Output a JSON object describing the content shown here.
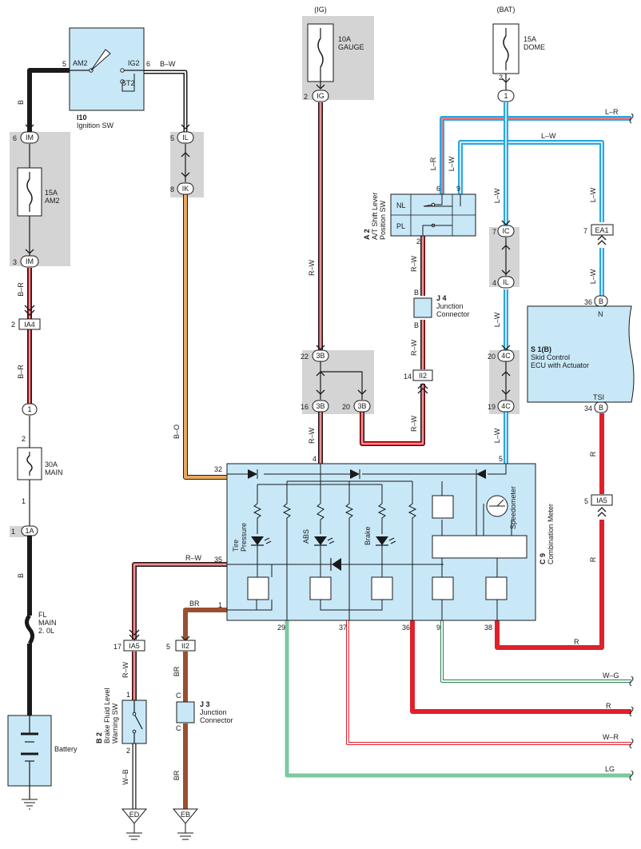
{
  "sources": {
    "ig": "(IG)",
    "bat": "(BAT)"
  },
  "fuses": {
    "gauge": {
      "amp": "10A",
      "name": "GAUGE"
    },
    "dome": {
      "amp": "15A",
      "name": "DOME"
    },
    "am2": {
      "amp": "15A",
      "name": "AM2"
    },
    "main": {
      "amp": "30A",
      "name": "MAIN"
    },
    "fl_main": {
      "l1": "FL",
      "l2": "MAIN",
      "l3": "2. 0L"
    }
  },
  "components": {
    "ignition_sw": {
      "code": "I10",
      "name": "Ignition SW",
      "am2": "AM2",
      "ig2": "IG2",
      "st2": "ST2",
      "pin_am2": "5",
      "pin_ig2": "6"
    },
    "shift_sw": {
      "code": "A 2",
      "l1": "A/T Shift Lever",
      "l2": "Position SW",
      "nl": "NL",
      "pl": "PL",
      "pin6": "6",
      "pin9": "9",
      "pin2": "2"
    },
    "j4": {
      "code": "J 4",
      "l1": "Junction",
      "l2": "Connector",
      "b_top": "B",
      "b_bot": "B"
    },
    "skid": {
      "code": "S 1(B)",
      "l1": "Skid Control",
      "l2": "ECU with Actuator",
      "n": "N",
      "tsi": "TSI",
      "pin36": "36",
      "pin34": "34",
      "conn": "B"
    },
    "meter": {
      "code": "C 9",
      "name": "Combination Meter",
      "tire1": "Tire",
      "tire2": "Pressure",
      "abs": "ABS",
      "brake": "Brake",
      "speedo": "Speedometer"
    },
    "brake_fluid": {
      "code": "B 2",
      "l1": "Brake Fluid Level",
      "l2": "Warning SW",
      "pin1": "1",
      "pin2": "2"
    },
    "j3": {
      "code": "J 3",
      "l1": "Junction",
      "l2": "Connector",
      "c_top": "C",
      "c_bot": "C"
    },
    "battery": {
      "name": "Battery"
    }
  },
  "connectors": {
    "ig": "IG",
    "one_bat": "1",
    "im_top": "IM",
    "im_bot": "IM",
    "ia4": "IA4",
    "one_a": "1",
    "one_a2": "1A",
    "il_left": "IL",
    "ik": "IK",
    "ic": "IC",
    "il_right": "IL",
    "ea1": "EA1",
    "b3_top": "3B",
    "b3_left": "3B",
    "b3_right": "3B",
    "ii2_top": "II2",
    "c4_top": "4C",
    "c4_bot": "4C",
    "ia5_right": "IA5",
    "ia5_left": "IA5",
    "ii2_left": "II2",
    "ed": "ED",
    "eb": "EB"
  },
  "pins": {
    "ig": "2",
    "bat_top": "2",
    "im_top": "6",
    "im_bot": "3",
    "ia4": "2",
    "main_top": "2",
    "main_bot": "1",
    "one_a": "1",
    "il_left": "5",
    "ik": "8",
    "ic": "7",
    "il_right": "4",
    "ea1": "7",
    "b3_top": "22",
    "b3_left": "16",
    "b3_right": "20",
    "ii2_top": "14",
    "c4_top": "20",
    "c4_bot": "19",
    "ia5_right": "5",
    "ia5_left": "17",
    "ii2_left": "5",
    "m32": "32",
    "m4": "4",
    "m5": "5",
    "m35": "35",
    "m1": "1",
    "m29": "29",
    "m37": "37",
    "m36": "36",
    "m9": "9",
    "m38": "38"
  },
  "wires": {
    "b": "B",
    "b_w": "B–W",
    "b_r1": "B–R",
    "b_r2": "B–R",
    "b_bat": "B",
    "b_o": "B–O",
    "r_w_ig": "R–W",
    "r_w_a": "R–W",
    "r_w_b": "R–W",
    "r_w_c": "R–W",
    "r_w_d": "R–W",
    "l_r_top": "L–R",
    "l_r": "L–R",
    "l_w_top": "L–W",
    "l_w_a": "L–W",
    "l_w_b": "L–W",
    "l_w_c": "L–W",
    "l_w_d": "L–W",
    "l_w_e": "L–W",
    "r_a": "R",
    "r_b": "R",
    "r_c": "R",
    "r_out": "R",
    "r_w_35": "R–W",
    "r_w_bf": "R–W",
    "w_b": "W–B",
    "br_a": "BR",
    "br_b": "BR",
    "br_c": "BR",
    "w_g": "W–G",
    "w_r": "W–R",
    "lg": "LG"
  },
  "colors": {
    "red": "#e0202a",
    "blue": "#2aa8e0",
    "black": "#1a1a1a",
    "orange": "#e8a860",
    "brown": "#9a5030",
    "green": "#7cc8a0",
    "component_fill": "#c8e8f8",
    "shade": "#d4d4d4"
  }
}
